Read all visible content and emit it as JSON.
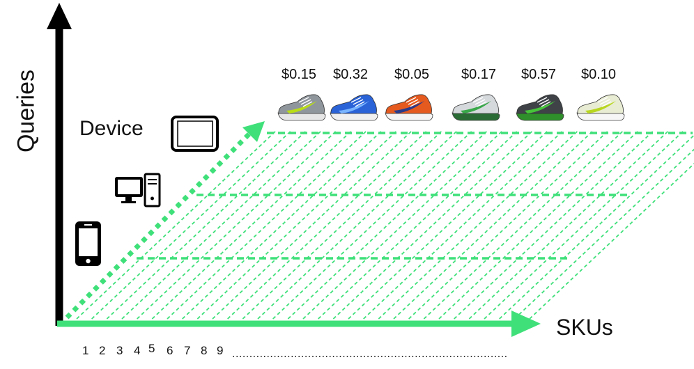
{
  "axes": {
    "y_label": "Queries",
    "x_label": "SKUs",
    "x_ticks": [
      "1",
      "2",
      "3",
      "4",
      "5",
      "6",
      "7",
      "8",
      "9"
    ],
    "x_ellipsis": "................................................................................"
  },
  "device": {
    "label": "Device",
    "icons": [
      "tablet-icon",
      "desktop-icon",
      "smartphone-icon"
    ]
  },
  "products": [
    {
      "price": "$0.15",
      "icon": "shoe-icon",
      "colors": {
        "upper": "#8f969c",
        "accent": "#b9dc18",
        "sole": "#e6e6e6"
      }
    },
    {
      "price": "$0.32",
      "icon": "shoe-icon",
      "colors": {
        "upper": "#2a63d8",
        "accent": "#79b4ff",
        "sole": "#f0f0f0"
      }
    },
    {
      "price": "$0.05",
      "icon": "shoe-icon",
      "colors": {
        "upper": "#e55a1f",
        "accent": "#2a3a8a",
        "sole": "#f4f4f4"
      }
    },
    {
      "price": "$0.17",
      "icon": "shoe-icon",
      "colors": {
        "upper": "#d6d9dc",
        "accent": "#3aa84a",
        "sole": "#2a6b35"
      }
    },
    {
      "price": "$0.57",
      "icon": "shoe-icon",
      "colors": {
        "upper": "#3f4348",
        "accent": "#47c43a",
        "sole": "#2f8f2a"
      }
    },
    {
      "price": "$0.10",
      "icon": "shoe-icon",
      "colors": {
        "upper": "#e8ecd2",
        "accent": "#b8d620",
        "sole": "#f6f6f6"
      }
    }
  ],
  "colors": {
    "axis": "#000000",
    "grid": "#3fe07a",
    "x_arrow": "#3fe07a"
  }
}
